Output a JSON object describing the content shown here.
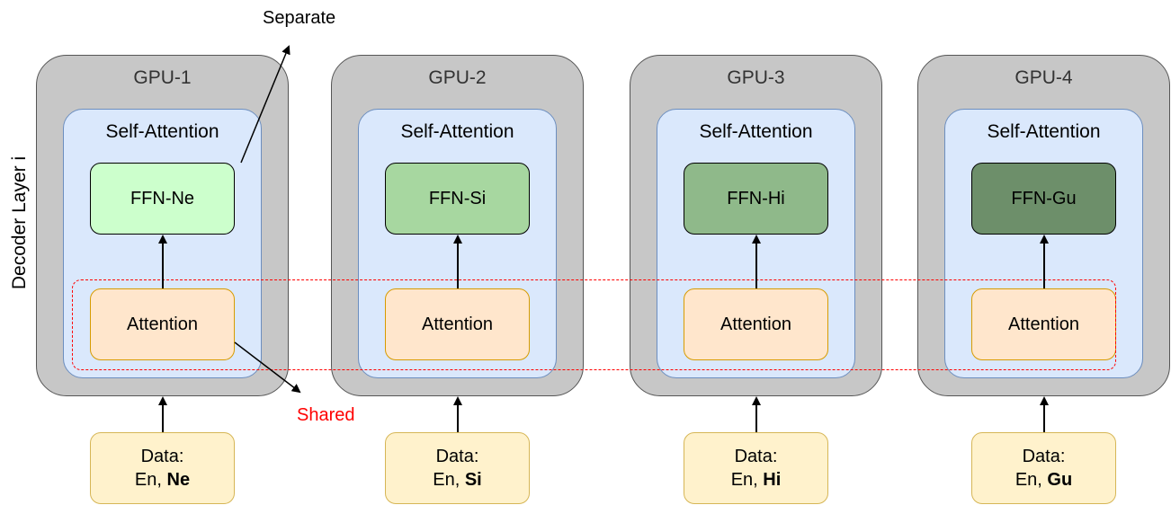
{
  "side_label": "Decoder Layer i",
  "annotations": {
    "separate": "Separate",
    "shared": "Shared"
  },
  "colors": {
    "gpu_fill": "#c7c7c7",
    "self_attention_fill": "#dae8fc",
    "attention_fill": "#ffe6cc",
    "data_fill": "#fff2cc",
    "shared_outline": "#ff0000"
  },
  "gpus": [
    {
      "label": "GPU-1",
      "self_attention": "Self-Attention",
      "ffn": "FFN-Ne",
      "ffn_color": "#ccffcc",
      "attention": "Attention",
      "data_title": "Data:",
      "data_src": "En, ",
      "data_tgt": "Ne"
    },
    {
      "label": "GPU-2",
      "self_attention": "Self-Attention",
      "ffn": "FFN-Si",
      "ffn_color": "#a7d7a0",
      "attention": "Attention",
      "data_title": "Data:",
      "data_src": "En, ",
      "data_tgt": "Si"
    },
    {
      "label": "GPU-3",
      "self_attention": "Self-Attention",
      "ffn": "FFN-Hi",
      "ffn_color": "#8fb98a",
      "attention": "Attention",
      "data_title": "Data:",
      "data_src": "En, ",
      "data_tgt": "Hi"
    },
    {
      "label": "GPU-4",
      "self_attention": "Self-Attention",
      "ffn": "FFN-Gu",
      "ffn_color": "#6d8f6a",
      "attention": "Attention",
      "data_title": "Data:",
      "data_src": "En, ",
      "data_tgt": "Gu"
    }
  ]
}
